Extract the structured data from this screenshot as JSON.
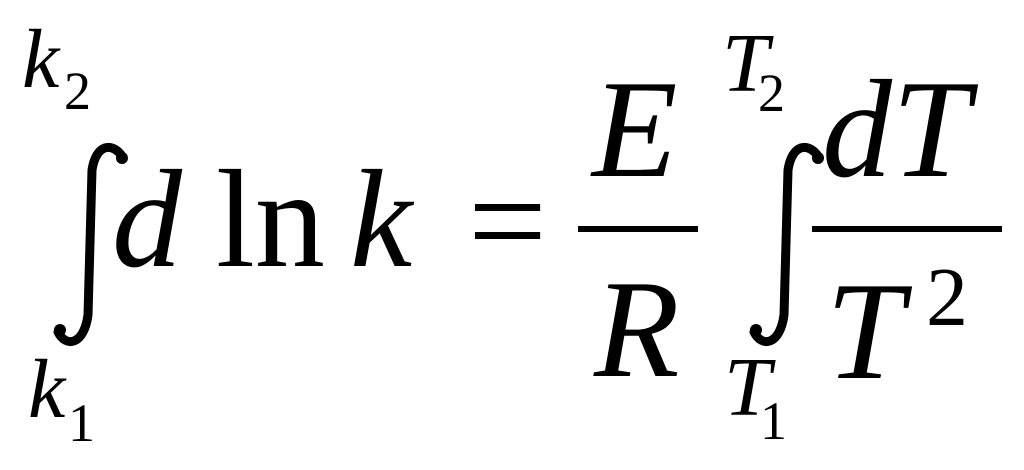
{
  "equation": {
    "lhs": {
      "integral": {
        "upper_limit_base": "k",
        "upper_limit_sub": "2",
        "lower_limit_base": "k",
        "lower_limit_sub": "1",
        "integrand_d": "d",
        "integrand_ln": "ln",
        "integrand_var": "k"
      }
    },
    "equals": "=",
    "rhs": {
      "fraction": {
        "numerator": "E",
        "denominator": "R"
      },
      "integral": {
        "upper_limit_base": "T",
        "upper_limit_sub": "2",
        "lower_limit_base": "T",
        "lower_limit_sub": "1",
        "numerator": "dT",
        "denominator_base": "T",
        "denominator_exp": "2"
      }
    }
  },
  "colors": {
    "ink": "#000000",
    "background": "#ffffff"
  },
  "icons": {
    "lhs_integral": "integral-sign-icon",
    "rhs_integral": "integral-sign-icon"
  }
}
